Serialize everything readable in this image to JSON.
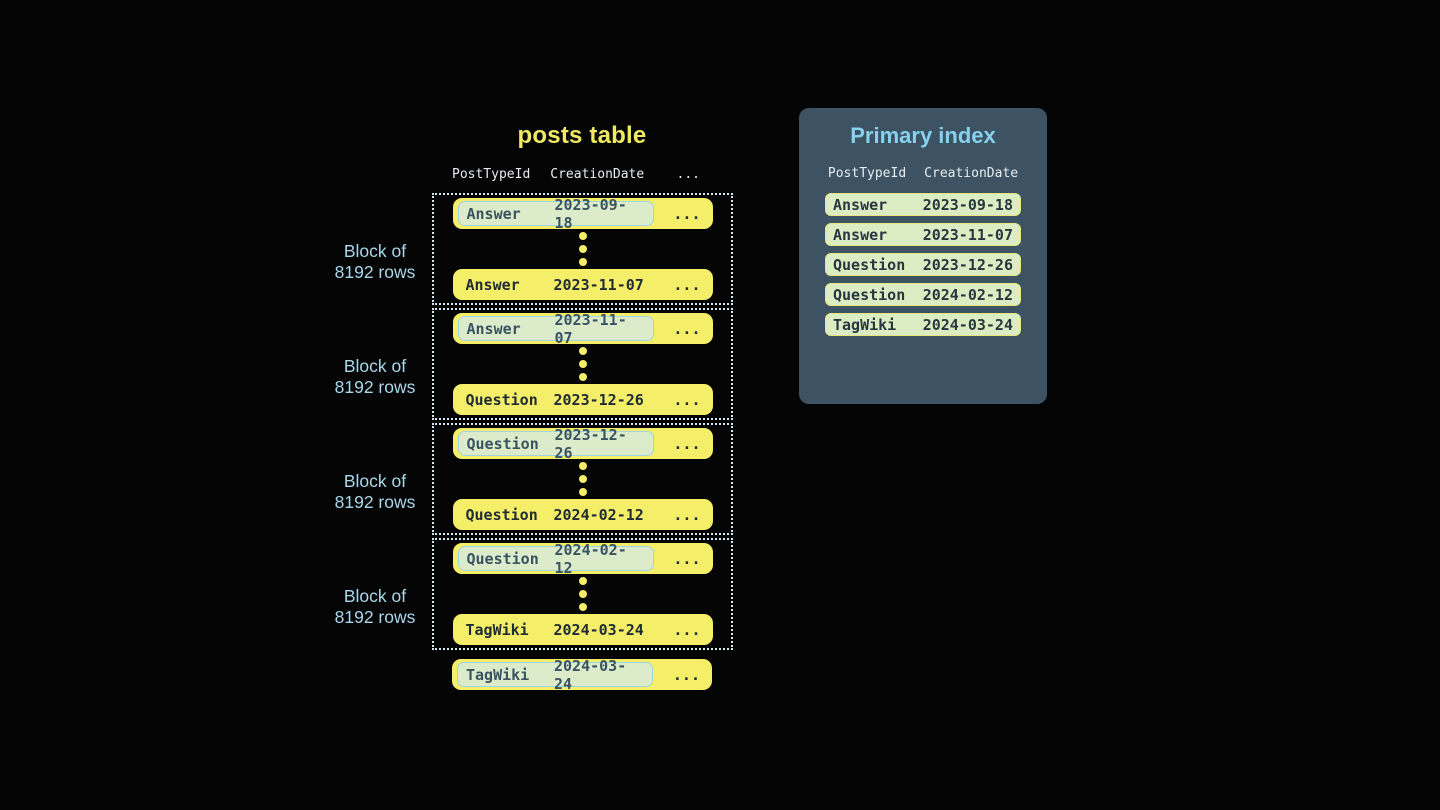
{
  "colors": {
    "background": "#050506",
    "accent_yellow": "#f5ee68",
    "highlight_green": "#dceccb",
    "highlight_border_blue": "#9fd4e7",
    "index_row_green": "#dcedc3",
    "index_row_border_yellow": "#e5e87c",
    "label_blue": "#a9d8ea",
    "panel_background": "#3d5363",
    "panel_title_blue": "#86d2ed",
    "title_yellow": "#f0ea60",
    "dotted_border": "#d2e9f2",
    "header_text": "#e8edef",
    "row_text_dark": "#212d34"
  },
  "posts_table": {
    "title": "posts table",
    "columns": [
      "PostTypeId",
      "CreationDate",
      "..."
    ],
    "blocks": [
      {
        "label": [
          "Block of",
          "8192 rows"
        ],
        "first_row": {
          "post_type": "Answer",
          "creation_date": "2023-09-18",
          "more": "...",
          "highlighted": true
        },
        "last_row": {
          "post_type": "Answer",
          "creation_date": "2023-11-07",
          "more": "...",
          "highlighted": false
        }
      },
      {
        "label": [
          "Block of",
          "8192 rows"
        ],
        "first_row": {
          "post_type": "Answer",
          "creation_date": "2023-11-07",
          "more": "...",
          "highlighted": true
        },
        "last_row": {
          "post_type": "Question",
          "creation_date": "2023-12-26",
          "more": "...",
          "highlighted": false
        }
      },
      {
        "label": [
          "Block of",
          "8192 rows"
        ],
        "first_row": {
          "post_type": "Question",
          "creation_date": "2023-12-26",
          "more": "...",
          "highlighted": true
        },
        "last_row": {
          "post_type": "Question",
          "creation_date": "2024-02-12",
          "more": "...",
          "highlighted": false
        }
      },
      {
        "label": [
          "Block of",
          "8192 rows"
        ],
        "first_row": {
          "post_type": "Question",
          "creation_date": "2024-02-12",
          "more": "...",
          "highlighted": true
        },
        "last_row": {
          "post_type": "TagWiki",
          "creation_date": "2024-03-24",
          "more": "...",
          "highlighted": false
        }
      }
    ],
    "overflow_row": {
      "post_type": "TagWiki",
      "creation_date": "2024-03-24",
      "more": "...",
      "highlighted": true
    }
  },
  "primary_index": {
    "title": "Primary index",
    "columns": [
      "PostTypeId",
      "CreationDate"
    ],
    "rows": [
      {
        "post_type": "Answer",
        "creation_date": "2023-09-18"
      },
      {
        "post_type": "Answer",
        "creation_date": "2023-11-07"
      },
      {
        "post_type": "Question",
        "creation_date": "2023-12-26"
      },
      {
        "post_type": "Question",
        "creation_date": "2024-02-12"
      },
      {
        "post_type": "TagWiki",
        "creation_date": "2024-03-24"
      }
    ]
  }
}
